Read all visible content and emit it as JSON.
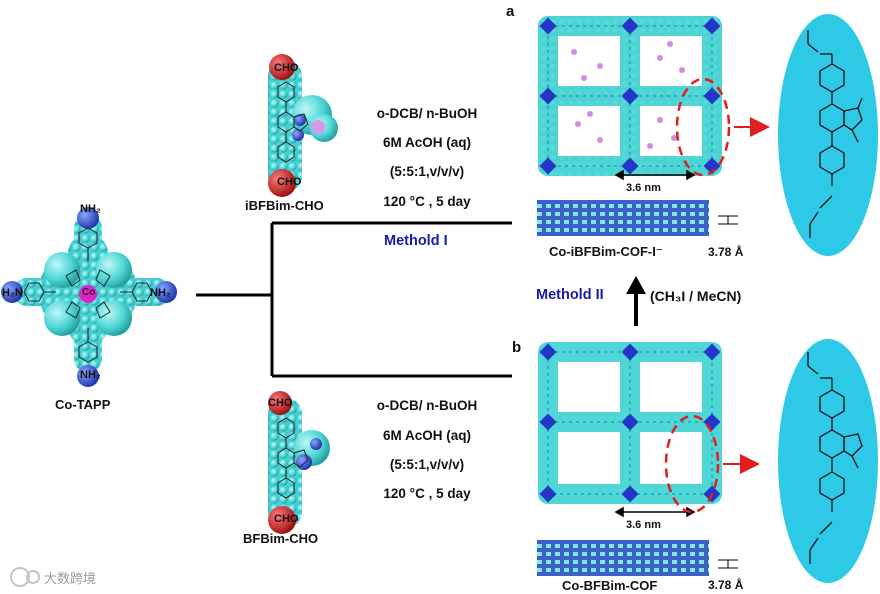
{
  "diagram": {
    "panel_a": "a",
    "panel_b": "b",
    "porphyrin": {
      "label": "Co-TAPP",
      "nh2_top": "NH₂",
      "nh2_left": "H₂N",
      "nh2_right": "NH₂",
      "nh2_bottom": "NH₂",
      "metal": "Co"
    },
    "monomer_top": {
      "label": "iBFBim-CHO",
      "cho_top": "CHO",
      "cho_bottom": "CHO"
    },
    "monomer_bottom": {
      "label": "BFBim-CHO",
      "cho_top": "CHO",
      "cho_bottom": "CHO"
    },
    "conditions_top": [
      "o-DCB/ n-BuOH",
      "6M AcOH (aq)",
      "(5:5:1,v/v/v)",
      "120 °C , 5 day"
    ],
    "conditions_bottom": [
      "o-DCB/ n-BuOH",
      "6M AcOH (aq)",
      "(5:5:1,v/v/v)",
      "120 °C , 5 day"
    ],
    "method_1": "Methold I",
    "method_2": "Methold II",
    "method_2_reagent": "(CH₃I / MeCN)",
    "cof_top": {
      "label": "Co-iBFBim-COF-I⁻",
      "pore": "3.6 nm",
      "stacking": "3.78 Å"
    },
    "cof_bottom": {
      "label": "Co-BFBim-COF",
      "pore": "3.6 nm",
      "stacking": "3.78 Å"
    },
    "watermark": "大数跨境",
    "colors": {
      "sphere": "#5fe0e0",
      "nitrogen": "#1f3fd0",
      "oxygen": "#c81e1e",
      "iodide": "#cc88ee",
      "ellipse": "#2ec9e6",
      "method": "#1a1aa8",
      "dash": "#e01e1e"
    }
  }
}
